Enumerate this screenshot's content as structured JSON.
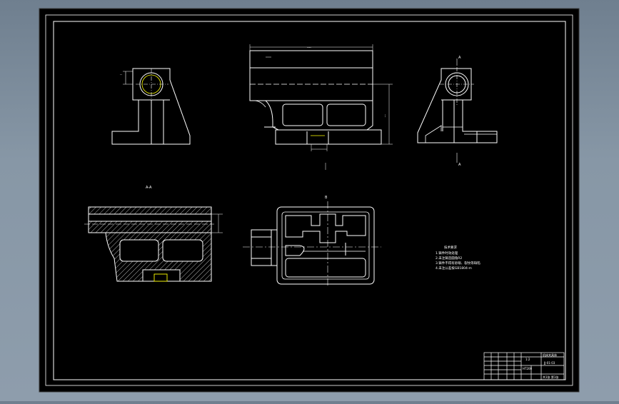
{
  "drawing": {
    "background_color": "#000000",
    "line_color": "#ffffff",
    "highlight_color": "#ffff00",
    "tech_requirements": {
      "title": "技术要求",
      "items": [
        "1.铸件时效处理",
        "2.未注铸造圆角R2",
        "3.铸件不得有砂眼、裂纹等缺陷",
        "4.未注公差按GB1804-m"
      ]
    },
    "view_labels": {
      "section_aa": "A-A",
      "view_b": "B",
      "section_label_left": "A",
      "section_label_right": "A"
    },
    "title_block": {
      "part_name": "机床夹具体",
      "drawing_no": "JJ-01-03",
      "material": "HT200",
      "scale": "1:2",
      "sheet": "共1张 第1张"
    }
  }
}
